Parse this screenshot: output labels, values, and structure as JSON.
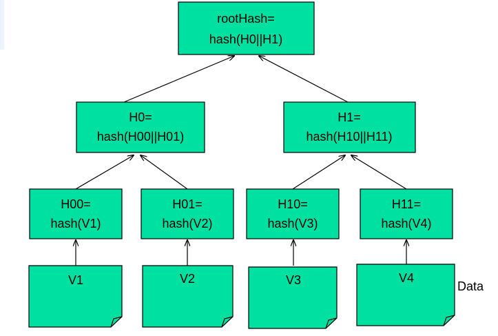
{
  "colors": {
    "fill": "#00e0a0",
    "stroke": "#000000"
  },
  "nodes": {
    "root": {
      "line1": "rootHash=",
      "line2": "hash(H0||H1)"
    },
    "h0": {
      "line1": "H0=",
      "line2": "hash(H00||H01)"
    },
    "h1": {
      "line1": "H1=",
      "line2": "hash(H10||H11)"
    },
    "h00": {
      "line1": "H00=",
      "line2": "hash(V1)"
    },
    "h01": {
      "line1": "H01=",
      "line2": "hash(V2)"
    },
    "h10": {
      "line1": "H10=",
      "line2": "hash(V3)"
    },
    "h11": {
      "line1": "H11=",
      "line2": "hash(V4)"
    }
  },
  "data_blocks": {
    "v1": "V1",
    "v2": "V2",
    "v3": "V3",
    "v4": "V4"
  },
  "data_label": "Data"
}
